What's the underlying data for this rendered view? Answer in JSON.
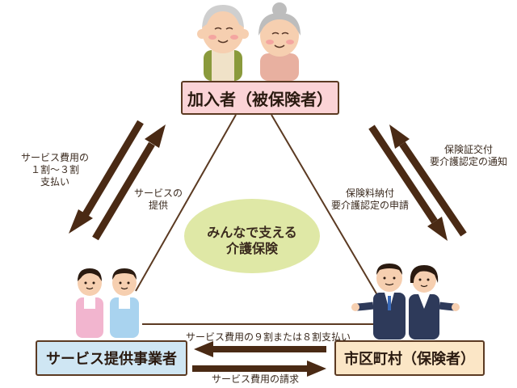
{
  "boxes": {
    "member": "加入者（被保険者）",
    "provider": "サービス提供事業者",
    "city": "市区町村（保険者）"
  },
  "center": {
    "line1": "みんなで支える",
    "line2": "介護保険"
  },
  "labels": {
    "copay_1": "サービス費用の",
    "copay_2": "１割〜３割",
    "copay_3": "支払い",
    "service_1": "サービスの",
    "service_2": "提供",
    "premium_1": "保険料納付",
    "premium_2": "要介護認定の申請",
    "cert_1": "保険証交付",
    "cert_2": "要介護認定の通知",
    "payment": "サービス費用の９割または８割支払い",
    "claim": "サービス費用の請求"
  },
  "colors": {
    "arrow": "#4a2a14",
    "line": "#5b3a22",
    "member_box": "#fbd3d6",
    "provider_box": "#cfe6f3",
    "city_box": "#fbe6c6",
    "ellipse": "#dfe8a6"
  }
}
